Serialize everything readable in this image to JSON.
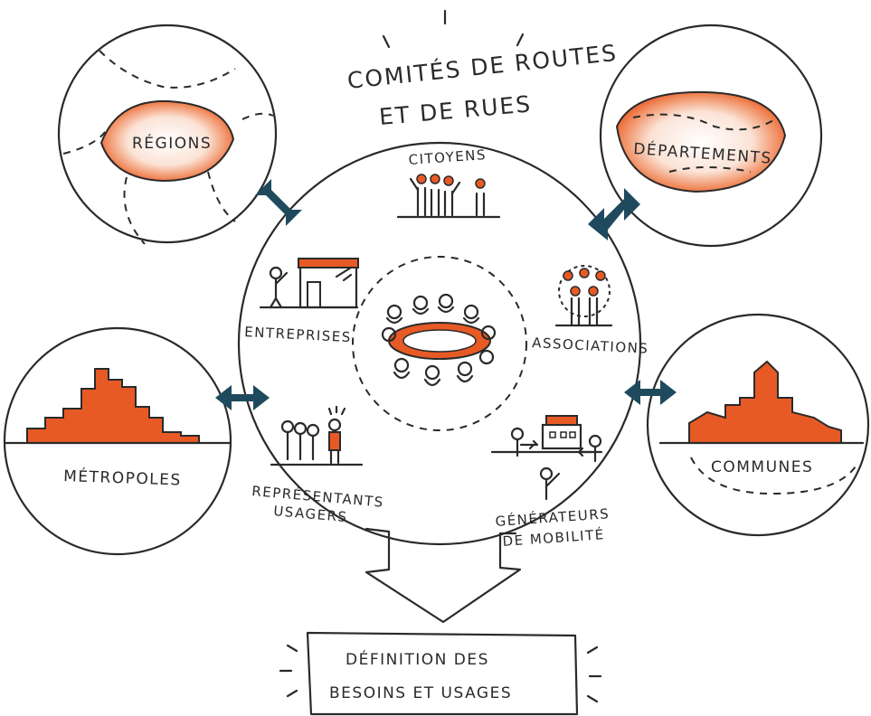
{
  "title": {
    "line1": "COMITÉS DE ROUTES",
    "line2": "ET DE RUES"
  },
  "hub": {
    "stakeholders": {
      "citoyens": "CITOYENS",
      "entreprises": "ENTREPRISES",
      "associations": "ASSOCIATIONS",
      "representants_line1": "REPRÉSENTANTS",
      "representants_line2": "USAGERS",
      "generateurs_line1": "GÉNÉRATEURS",
      "generateurs_line2": "DE MOBILITÉ"
    }
  },
  "territories": {
    "regions": "RÉGIONS",
    "departements": "DÉPARTEMENTS",
    "metropoles": "MÉTROPOLES",
    "communes": "COMMUNES"
  },
  "output": {
    "line1": "DÉFINITION DES",
    "line2": "BESOINS ET USAGES"
  },
  "colors": {
    "accent_orange": "#e85a25",
    "arrow_blue": "#1f4a5e",
    "ink": "#2a2a2a"
  }
}
